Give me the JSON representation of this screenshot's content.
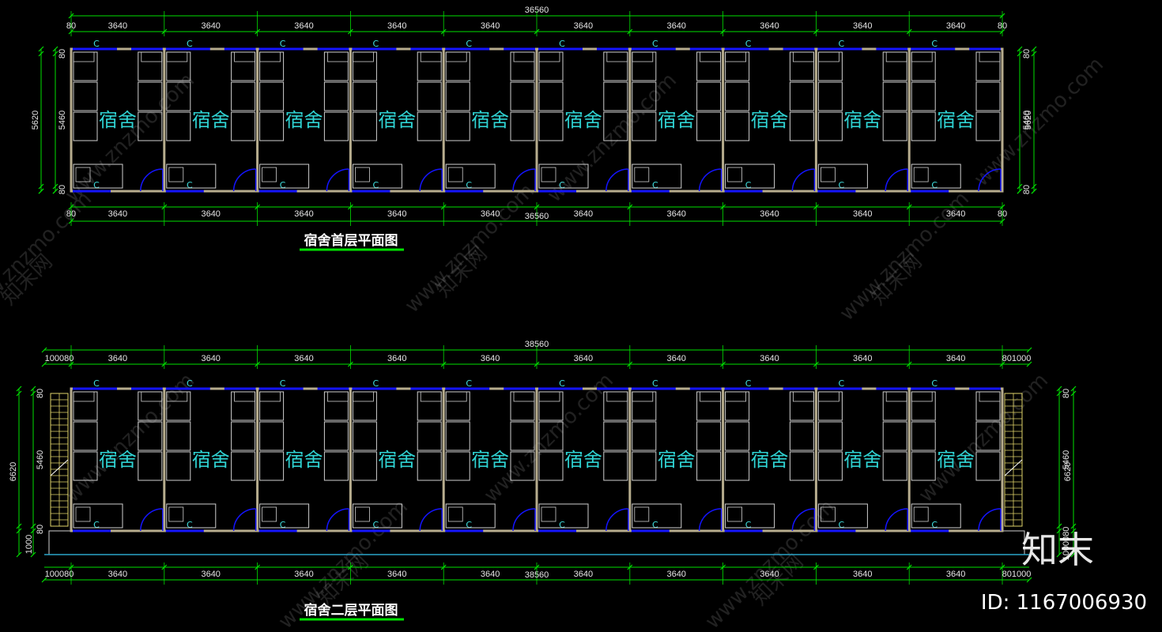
{
  "plans": [
    {
      "title": "宿舍首层平面图",
      "overall": "36560",
      "bays": [
        "3640",
        "3640",
        "3640",
        "3640",
        "3640",
        "3640",
        "3640",
        "3640",
        "3640",
        "3640"
      ],
      "end_small": "80",
      "room_label": "宿舍",
      "left_vertical": [
        "80",
        "5460",
        "80"
      ],
      "left_total": "5620",
      "right_vertical": [
        "80",
        "5460",
        "80"
      ],
      "right_total": "5620"
    },
    {
      "title": "宿舍二层平面图",
      "overall": "38560",
      "bays": [
        "3640",
        "3640",
        "3640",
        "3640",
        "3640",
        "3640",
        "3640",
        "3640",
        "3640",
        "3640"
      ],
      "end_left": "100080",
      "end_right": "801000",
      "room_label": "宿舍",
      "left_vertical": [
        "80",
        "5460",
        "80",
        "1000"
      ],
      "left_total": "6620",
      "right_vertical": [
        "80",
        "5460",
        "1000080"
      ],
      "right_total": "6620"
    }
  ],
  "door_mark": "C",
  "watermark": {
    "site": "www.znzmo.com",
    "brand": "知末网",
    "logo": "知末",
    "id_text": "ID: 1167006930"
  },
  "colors": {
    "dimension": "#00e000",
    "wall": "#b7ad8e",
    "window": "#1414ff",
    "room_text": "#2fd2d2",
    "stair": "#e0d46a"
  }
}
